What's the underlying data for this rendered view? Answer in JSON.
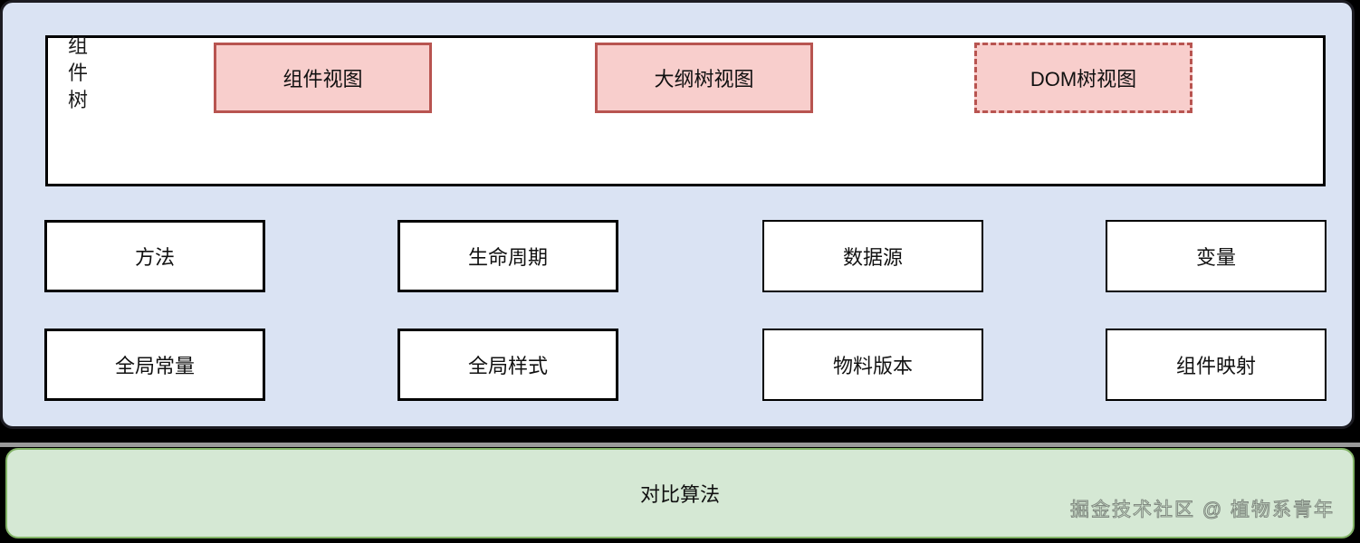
{
  "diagram": {
    "tree_panel": {
      "label_chars": [
        "组",
        "件",
        "树"
      ],
      "views": [
        {
          "name": "组件视图",
          "border": "solid"
        },
        {
          "name": "大纲树视图",
          "border": "solid"
        },
        {
          "name": "DOM树视图",
          "border": "dashed"
        }
      ]
    },
    "grid": {
      "row_top": [
        "方法",
        "生命周期",
        "数据源",
        "变量"
      ],
      "row_bottom": [
        "全局常量",
        "全局样式",
        "物料版本",
        "组件映射"
      ]
    },
    "footer": {
      "label": "对比算法"
    },
    "watermark": "掘金技术社区 @ 植物系青年",
    "colors": {
      "panel_bg": "#dae3f3",
      "panel_border": "#1c1c22",
      "view_fill": "#f8cecc",
      "view_border": "#b85450",
      "box_bg": "#ffffff",
      "box_border": "#000000",
      "footer_bg": "#d5e8d4",
      "footer_border": "#82b366",
      "band": "#000000"
    }
  }
}
